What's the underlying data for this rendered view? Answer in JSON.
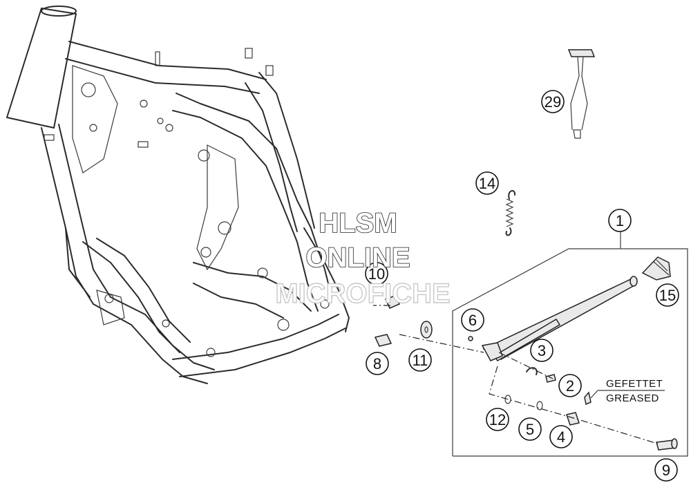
{
  "watermark": {
    "line1": "HLSM",
    "line2": "ONLINE",
    "line3": "MICROFICHE"
  },
  "callouts": [
    {
      "id": "1",
      "label": "1"
    },
    {
      "id": "2",
      "label": "2"
    },
    {
      "id": "3",
      "label": "3"
    },
    {
      "id": "4",
      "label": "4"
    },
    {
      "id": "5",
      "label": "5"
    },
    {
      "id": "6",
      "label": "6"
    },
    {
      "id": "8",
      "label": "8"
    },
    {
      "id": "9",
      "label": "9"
    },
    {
      "id": "10",
      "label": "10"
    },
    {
      "id": "11",
      "label": "11"
    },
    {
      "id": "12",
      "label": "12"
    },
    {
      "id": "14",
      "label": "14"
    },
    {
      "id": "15",
      "label": "15"
    },
    {
      "id": "29",
      "label": "29"
    }
  ],
  "note": {
    "line1": "GEFETTET",
    "line2": "GREASED"
  }
}
